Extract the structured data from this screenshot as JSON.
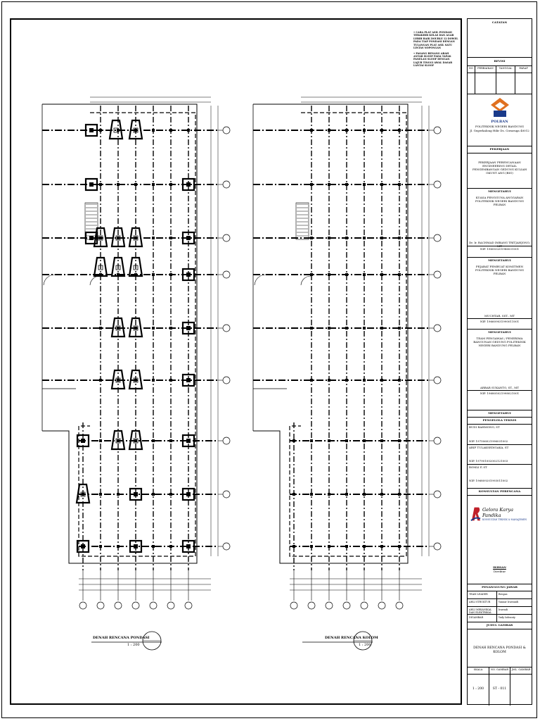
{
  "drawing": {
    "plan_left_title": "DENAH RENCANA PONDASI",
    "plan_left_scale": "1 : 200",
    "plan_right_title": "DENAH RENCANA KOLOM",
    "plan_right_scale": "1 : 200"
  },
  "notes": {
    "items": [
      "CARA PLAT ASIL PONDASI TERAKHIR KELAS DAN AGAR LEBIH BAIK DOUBLE 12 DOWEL PADA TIAP PONDASI DENGAN TULANGAN PLAT ASIL SATU LINTAS NOPONGAN",
      "PASANG BENANG ARAH ANTAR SLOOF PADA TAPAK PANELAN SLOOF DENGAN LAJUR TINGGI AWAL DASAR LANTAI SLOOF"
    ]
  },
  "titleblock": {
    "catatan": "CATATAN",
    "revisi": "REVISI",
    "rev_cols": [
      "NO",
      "PERBAIKAN",
      "TANGGAL",
      "PARAF"
    ],
    "org_name": "POLBAN",
    "org_full": "POLITEKNIK NEGERI BANDUNG",
    "org_addr": "Jl. Gegerkalong Hilir Ds. Ciwaruga 40012",
    "pekerjaan_label": "PEKERJAAN",
    "pekerjaan_text": "PEKERJAAN PERENCANAAN ENGINEERING DETAIL PENGEMBANGAN GEDUNG KULIAH GKUNT ANG (BIG)",
    "mengetahui_1": "MENGETAHUI",
    "mengetahui_1_text": "KUASA PENGGUNA ANGGARAN POLITEKNIK NEGERI BANDUNG PELBAN",
    "sign_1_name": "Dr. Ir. RACHMAD IMBANG TRITJAHJONO, MT",
    "sign_1_nip": "NIP. 196003201986031001",
    "mengetahui_2": "MENGETAHUI",
    "mengetahui_2_text": "PEJABAT PEMBUAT KOMITMEN POLITEKNIK NEGERI BANDUNG PELBAN",
    "sign_2_name": "MUCHTAR, SST., MT",
    "sign_2_nip": "NIP. 196609031990011001",
    "mengetahui_3": "MENGETAHUI",
    "mengetahui_3_text": "TEAM PENGAWAS / PENERIMA BANGUNAN GEDUNG POLITEKNIK NEGERI BANDUNG PELBAN",
    "sign_3_name": "ARBAR SUKANTO, ST., MT",
    "sign_3_nip": "NIP. 196805021998021001",
    "mengetahui_4": "MENGETAHUI",
    "pengelola_teknis": "PENGELOLA TEKNIS",
    "pt_1_name": "BUDI RAHMONO, ST",
    "pt_1_nip": "NIP. 197506021996031002",
    "pt_2_name": "ARIF TULAKSEDIGAKA, ST",
    "pt_2_nip": "NIP. 197901002002121003",
    "pt_3_name": "ROMLI P, ST",
    "pt_3_nip": "NIP. 196809201993011002",
    "konsultan_label": "KONSULTAN PERENCANA",
    "konsultan_name": "Gelora Karya Pandika",
    "konsultan_sub": "KONSULTAN TEKNIK & MANAJEMEN",
    "sign_label": "IKHSAN",
    "sign_sub": "Direktur",
    "penanggung_label": "PENANGGUNG JAWAB",
    "resp_rows": [
      {
        "role": "TEAM LEADER",
        "name": "Renpas"
      },
      {
        "role": "AHLI STRUKTUR",
        "name": "Yanuar Irawandi"
      },
      {
        "role": "AHLI MEKANIKAL DAN ELEKTRIKAL",
        "name": "Irawadi"
      },
      {
        "role": "DIGAMBAR",
        "name": "Yudy Isdeanty"
      }
    ],
    "judul_label": "JUDUL GAMBAR",
    "judul_text": "DENAH RENCANA PONDASI & KOLOM",
    "bottom_cols": [
      "SKALA",
      "NO. GAMBAR",
      "JML. GAMBAR"
    ],
    "skala": "1 : 200",
    "no_gambar": "ST - 011",
    "jml_gambar": ""
  }
}
